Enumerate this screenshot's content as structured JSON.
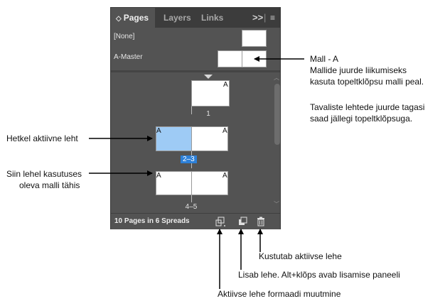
{
  "panel": {
    "tabs": [
      {
        "label": "Pages",
        "active": true
      },
      {
        "label": "Layers",
        "active": false
      },
      {
        "label": "Links",
        "active": false
      }
    ],
    "overflow_icon": "double-chevron-right-icon",
    "menu_icon": "hamburger-menu-icon",
    "masters": [
      {
        "label": "[None]"
      },
      {
        "label": "A-Master"
      }
    ],
    "spreads": [
      {
        "label": "1",
        "prefix": "A",
        "selected": false
      },
      {
        "label": "2–3",
        "prefixes": [
          "A",
          "A"
        ],
        "selected": true
      },
      {
        "label": "4–5",
        "prefixes": [
          "A",
          "A"
        ],
        "selected": false
      }
    ],
    "footer_text": "10 Pages in 6 Spreads",
    "footer_icons": [
      "edit-page-size-icon",
      "new-page-icon",
      "trash-icon"
    ],
    "colors": {
      "panel_bg": "#535353",
      "selection": "#2d80d8",
      "selected_page": "#9ecbf5"
    }
  },
  "annotations": {
    "mall_title": "Mall - A",
    "mall_line1": "Mallide juurde liikumiseks",
    "mall_line2": "kasuta topeltklõpsu malli peal.",
    "normal_line1": "Tavaliste lehtede juurde tagasi",
    "normal_line2": "saad jällegi topeltklõpsuga.",
    "active_page": "Hetkel aktiivne leht",
    "prefix_line1": "Siin lehel kasutuses",
    "prefix_line2": "oleva malli tähis",
    "delete": "Kustutab aktiivse lehe",
    "add": "Lisab lehe. Alt+klõps avab lisamise paneeli",
    "format": "Aktiivse lehe formaadi muutmine"
  }
}
